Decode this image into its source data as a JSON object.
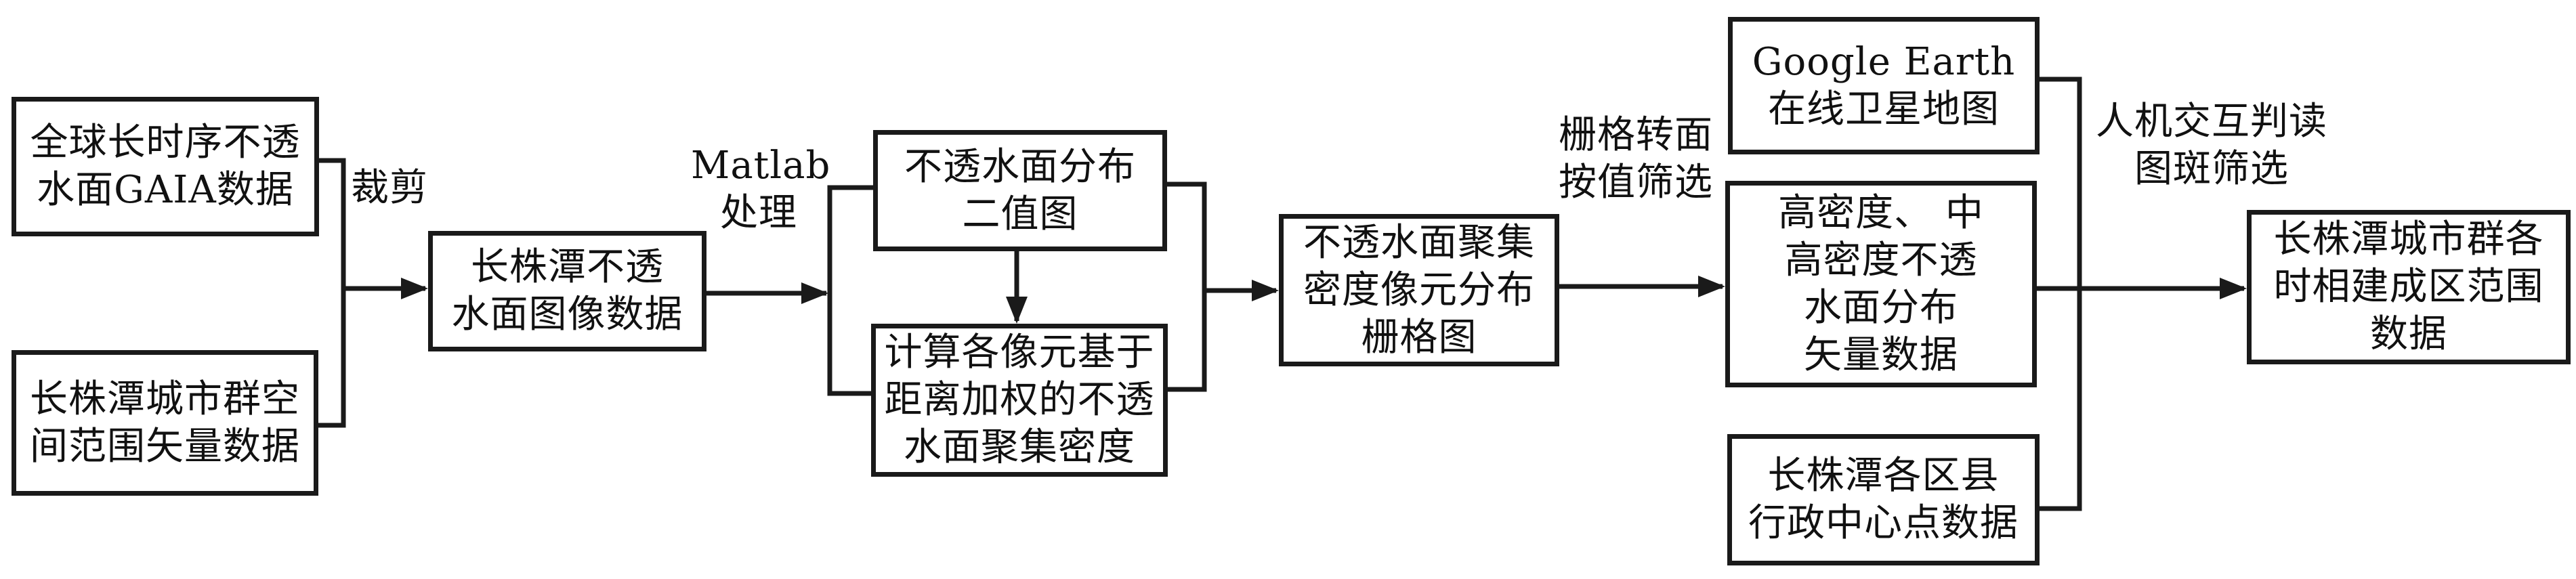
{
  "title": "长株潭城市群建成区提取流程",
  "nodes": {
    "gaia": {
      "lines": [
        "全球长时序不透",
        "水面GAIA数据"
      ]
    },
    "boundary": {
      "lines": [
        "长株潭城市群空",
        "间范围矢量数据"
      ]
    },
    "clipped": {
      "lines": [
        "长株潭不透",
        "水面图像数据"
      ]
    },
    "binary": {
      "lines": [
        "不透水面分布",
        "二值图"
      ]
    },
    "density_calc": {
      "lines": [
        "计算各像元基于",
        "距离加权的不透",
        "水面聚集密度"
      ]
    },
    "density_raster": {
      "lines": [
        "不透水面聚集",
        "密度像元分布",
        "栅格图"
      ]
    },
    "google_earth": {
      "lines": [
        "Google Earth",
        "在线卫星地图"
      ]
    },
    "vector": {
      "lines": [
        "高密度、 中",
        "高密度不透",
        "水面分布",
        "矢量数据"
      ]
    },
    "admin_centers": {
      "lines": [
        "长株潭各区县",
        "行政中心点数据"
      ]
    },
    "result": {
      "lines": [
        "长株潭城市群各",
        "时相建成区范围",
        "数据"
      ]
    }
  },
  "edge_labels": {
    "clip": {
      "lines": [
        "裁剪"
      ]
    },
    "matlab": {
      "lines": [
        "Matlab",
        "处理"
      ]
    },
    "raster_to_polygon": {
      "lines": [
        "栅格转面",
        "按值筛选"
      ]
    },
    "interactive": {
      "lines": [
        "人机交互判读",
        "图斑筛选"
      ]
    }
  },
  "colors": {
    "stroke": "#1a1a1a",
    "background": "#ffffff",
    "text": "#111111"
  }
}
